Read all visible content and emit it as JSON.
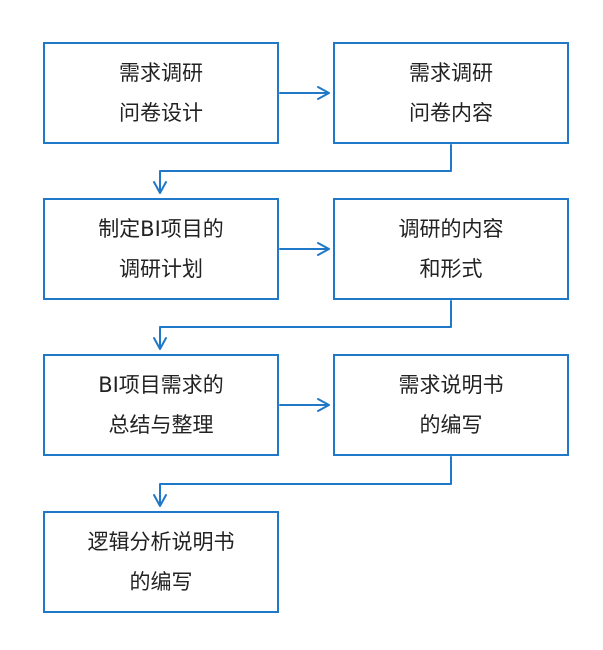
{
  "colors": {
    "border": "#1f78c8",
    "arrow": "#1f78c8",
    "text": "#222222",
    "background": "#ffffff"
  },
  "steps": [
    {
      "id": "s1",
      "lines": [
        "需求调研",
        "问卷设计"
      ]
    },
    {
      "id": "s2",
      "lines": [
        "需求调研",
        "问卷内容"
      ]
    },
    {
      "id": "s3",
      "lines": [
        "制定BI项目的",
        "调研计划"
      ]
    },
    {
      "id": "s4",
      "lines": [
        "调研的内容",
        "和形式"
      ]
    },
    {
      "id": "s5",
      "lines": [
        "BI项目需求的",
        "总结与整理"
      ]
    },
    {
      "id": "s6",
      "lines": [
        "需求说明书",
        "的编写"
      ]
    },
    {
      "id": "s7",
      "lines": [
        "逻辑分析说明书",
        "的编写"
      ]
    }
  ],
  "flow": [
    [
      "s1",
      "s2"
    ],
    [
      "s2",
      "s3"
    ],
    [
      "s3",
      "s4"
    ],
    [
      "s4",
      "s5"
    ],
    [
      "s5",
      "s6"
    ],
    [
      "s6",
      "s7"
    ]
  ]
}
